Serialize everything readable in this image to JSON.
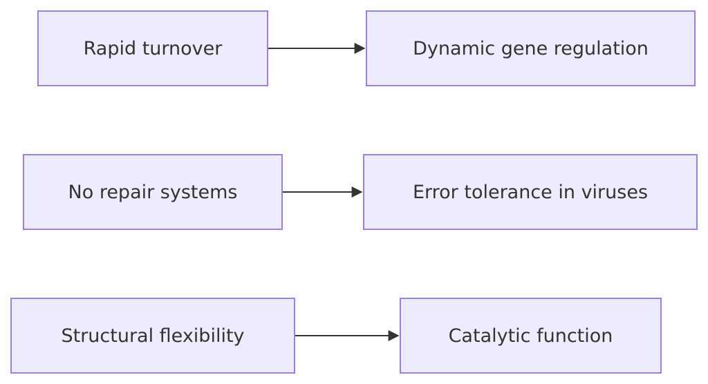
{
  "diagram": {
    "nodes": [
      {
        "id": "n1",
        "label": "Rapid turnover"
      },
      {
        "id": "n2",
        "label": "Dynamic gene regulation"
      },
      {
        "id": "n3",
        "label": "No repair systems"
      },
      {
        "id": "n4",
        "label": "Error tolerance in viruses"
      },
      {
        "id": "n5",
        "label": "Structural flexibility"
      },
      {
        "id": "n6",
        "label": "Catalytic function"
      }
    ],
    "edges": [
      {
        "from": "n1",
        "to": "n2"
      },
      {
        "from": "n3",
        "to": "n4"
      },
      {
        "from": "n5",
        "to": "n6"
      }
    ],
    "colors": {
      "node_fill": "#ececfe",
      "node_border": "#9f7fdb",
      "text": "#333333",
      "edge": "#333333"
    }
  }
}
